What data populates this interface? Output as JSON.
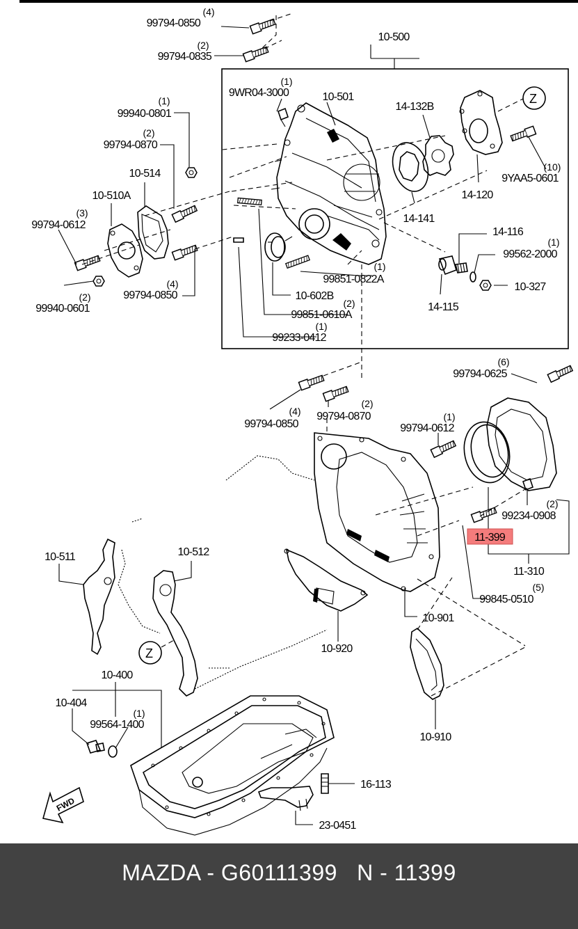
{
  "diagram": {
    "callouts": [
      {
        "id": "c1",
        "part": "99794-0850",
        "qty": "(4)"
      },
      {
        "id": "c2",
        "part": "99794-0835",
        "qty": "(2)"
      },
      {
        "id": "c3",
        "part": "10-500",
        "qty": ""
      },
      {
        "id": "c4",
        "part": "9WR04-3000",
        "qty": "(1)"
      },
      {
        "id": "c5",
        "part": "10-501",
        "qty": ""
      },
      {
        "id": "c6",
        "part": "14-132B",
        "qty": ""
      },
      {
        "id": "c7",
        "part": "99940-0801",
        "qty": "(1)"
      },
      {
        "id": "c8",
        "part": "99794-0870",
        "qty": "(2)"
      },
      {
        "id": "c9",
        "part": "10-514",
        "qty": ""
      },
      {
        "id": "c10",
        "part": "10-510A",
        "qty": ""
      },
      {
        "id": "c11",
        "part": "99794-0612",
        "qty": "(3)"
      },
      {
        "id": "c12",
        "part": "9YAA5-0601",
        "qty": "(10)"
      },
      {
        "id": "c13",
        "part": "14-120",
        "qty": ""
      },
      {
        "id": "c14",
        "part": "14-141",
        "qty": ""
      },
      {
        "id": "c15",
        "part": "14-116",
        "qty": ""
      },
      {
        "id": "c16",
        "part": "99562-2000",
        "qty": "(1)"
      },
      {
        "id": "c17",
        "part": "99851-0822A",
        "qty": "(1)"
      },
      {
        "id": "c18",
        "part": "10-327",
        "qty": ""
      },
      {
        "id": "c19",
        "part": "99940-0601",
        "qty": "(2)"
      },
      {
        "id": "c20",
        "part": "99794-0850",
        "qty": "(4)"
      },
      {
        "id": "c21",
        "part": "10-602B",
        "qty": ""
      },
      {
        "id": "c22",
        "part": "99851-0610A",
        "qty": "(2)"
      },
      {
        "id": "c23",
        "part": "14-115",
        "qty": ""
      },
      {
        "id": "c24",
        "part": "99233-0412",
        "qty": "(1)"
      },
      {
        "id": "c25",
        "part": "99794-0625",
        "qty": "(6)"
      },
      {
        "id": "c26",
        "part": "99794-0850",
        "qty": "(4)"
      },
      {
        "id": "c27",
        "part": "99794-0870",
        "qty": "(2)"
      },
      {
        "id": "c28",
        "part": "99794-0612",
        "qty": "(1)"
      },
      {
        "id": "c29",
        "part": "99234-0908",
        "qty": "(2)"
      },
      {
        "id": "c30",
        "part": "11-399",
        "qty": "",
        "highlight": true
      },
      {
        "id": "c31",
        "part": "11-310",
        "qty": ""
      },
      {
        "id": "c32",
        "part": "10-511",
        "qty": ""
      },
      {
        "id": "c33",
        "part": "10-512",
        "qty": ""
      },
      {
        "id": "c34",
        "part": "99845-0510",
        "qty": "(5)"
      },
      {
        "id": "c35",
        "part": "10-901",
        "qty": ""
      },
      {
        "id": "c36",
        "part": "10-920",
        "qty": ""
      },
      {
        "id": "c37",
        "part": "10-400",
        "qty": ""
      },
      {
        "id": "c38",
        "part": "10-404",
        "qty": ""
      },
      {
        "id": "c39",
        "part": "99564-1400",
        "qty": "(1)"
      },
      {
        "id": "c40",
        "part": "10-910",
        "qty": ""
      },
      {
        "id": "c41",
        "part": "16-113",
        "qty": ""
      },
      {
        "id": "c42",
        "part": "23-0451",
        "qty": ""
      }
    ],
    "view_markers": [
      "Z",
      "Z"
    ],
    "direction_label": "FWD",
    "highlight_color": "#f47c7c"
  },
  "footer": {
    "text": "MAZDA - G60111399   N - 11399",
    "background": "#424242"
  }
}
